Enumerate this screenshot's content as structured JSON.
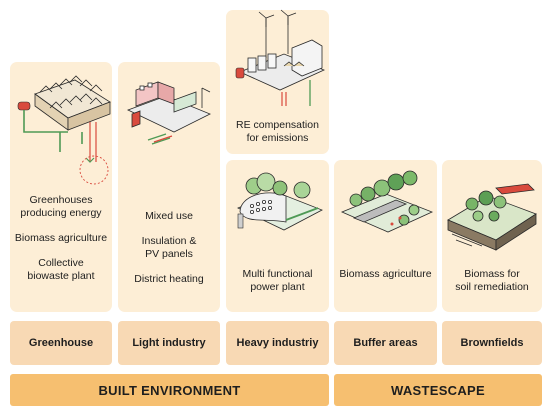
{
  "columns": {
    "greenhouse": {
      "label": "Greenhouse",
      "items": [
        "Greenhouses producing energy",
        "Biomass agriculture",
        "Collective biowaste plant"
      ],
      "lines": [
        "Greenhouses",
        "producing energy",
        "Biomass agriculture",
        "Collective",
        "biowaste plant"
      ]
    },
    "light_industry": {
      "label": "Light industry",
      "lines": [
        "Mixed use",
        "Insulation &",
        "PV panels",
        "District heating"
      ]
    },
    "heavy_industry": {
      "label": "Heavy industriy",
      "top_lines": [
        "RE compensation",
        "for emissions"
      ],
      "lines": [
        "Multi functional",
        "power plant"
      ]
    },
    "buffer_areas": {
      "label": "Buffer areas",
      "lines": [
        "Biomass agriculture"
      ]
    },
    "brownfields": {
      "label": "Brownfields",
      "lines": [
        "Biomass for",
        "soil remediation"
      ]
    }
  },
  "groups": {
    "built_environment": "BUILT ENVIRONMENT",
    "wastescape": "WASTESCAPE"
  },
  "colors": {
    "panel": "#fdeed6",
    "category": "#f8d9b4",
    "band": "#f6bf70",
    "accent_red": "#d94a3d",
    "accent_green": "#4f9a55"
  }
}
